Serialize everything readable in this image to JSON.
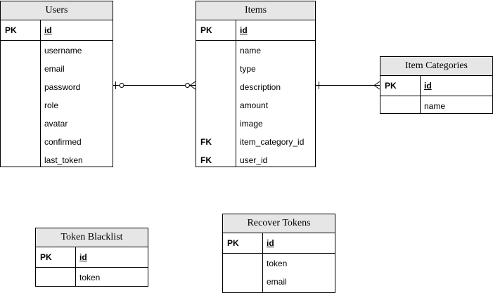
{
  "colors": {
    "line": "#000000",
    "header_fill": "#e6e6e6",
    "body_fill": "#ffffff"
  },
  "entities": {
    "users": {
      "title": "Users",
      "pk_rows": [
        {
          "key": "PK",
          "field": "id"
        }
      ],
      "rows": [
        {
          "key": "",
          "field": "username"
        },
        {
          "key": "",
          "field": "email"
        },
        {
          "key": "",
          "field": "password"
        },
        {
          "key": "",
          "field": "role"
        },
        {
          "key": "",
          "field": "avatar"
        },
        {
          "key": "",
          "field": "confirmed"
        },
        {
          "key": "",
          "field": "last_token"
        }
      ]
    },
    "items": {
      "title": "Items",
      "pk_rows": [
        {
          "key": "PK",
          "field": "id"
        }
      ],
      "rows": [
        {
          "key": "",
          "field": "name"
        },
        {
          "key": "",
          "field": "type"
        },
        {
          "key": "",
          "field": "description"
        },
        {
          "key": "",
          "field": "amount"
        },
        {
          "key": "",
          "field": "image"
        },
        {
          "key": "FK",
          "field": "item_category_id"
        },
        {
          "key": "FK",
          "field": "user_id"
        }
      ]
    },
    "item_categories": {
      "title": "Item Categories",
      "pk_rows": [
        {
          "key": "PK",
          "field": "id"
        }
      ],
      "rows": [
        {
          "key": "",
          "field": "name"
        }
      ]
    },
    "token_blacklist": {
      "title": "Token Blacklist",
      "pk_rows": [
        {
          "key": "PK",
          "field": "id"
        }
      ],
      "rows": [
        {
          "key": "",
          "field": "token"
        }
      ]
    },
    "recover_tokens": {
      "title": "Recover Tokens",
      "pk_rows": [
        {
          "key": "PK",
          "field": "id"
        }
      ],
      "rows": [
        {
          "key": "",
          "field": "token"
        },
        {
          "key": "",
          "field": "email"
        }
      ]
    }
  },
  "relationships": [
    {
      "from": "users",
      "from_cardinality": "zero-or-one",
      "to": "items",
      "to_cardinality": "zero-or-many"
    },
    {
      "from": "items",
      "from_cardinality": "one",
      "to": "item_categories",
      "to_cardinality": "many"
    }
  ]
}
